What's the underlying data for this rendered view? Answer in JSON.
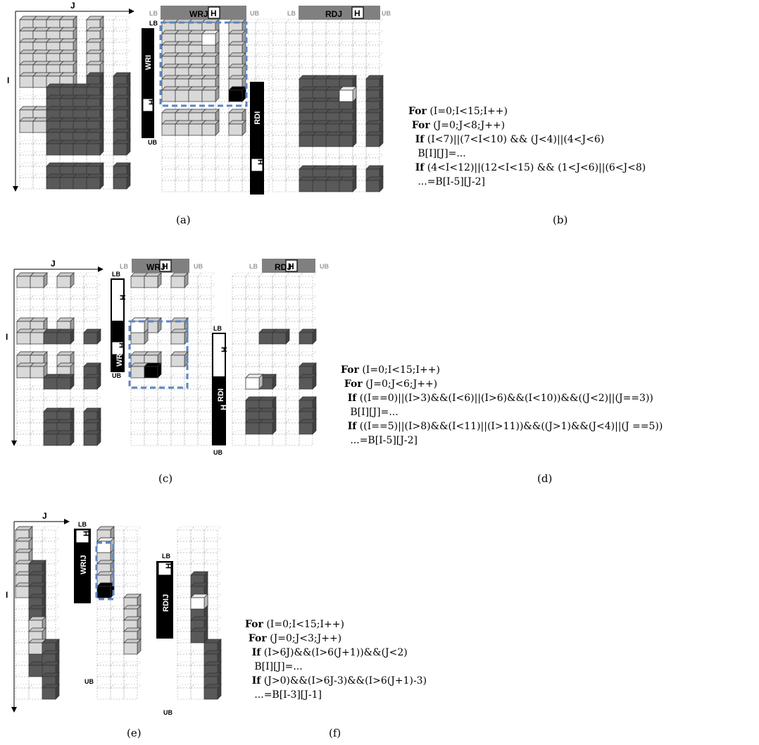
{
  "captions": [
    "(a)",
    "(b)",
    "(c)",
    "(d)",
    "(e)",
    "(f)"
  ],
  "axes": {
    "j": "J",
    "i": "I"
  },
  "bounds": {
    "lb": "LB",
    "ub": "UB",
    "h": "H"
  },
  "bars": {
    "wrj": "WRJ",
    "rdj": "RDJ",
    "wri": "WRI",
    "rdi": "RDI",
    "wrij": "WRIJ",
    "rdij": "RDIJ"
  },
  "code_b": [
    {
      "kw": "For",
      "text": " (I=0;I<15;I++)"
    },
    {
      "kw": " For",
      "text": " (J=0;J<8;J++)"
    },
    {
      "kw": "  If",
      "text": " (I<7)||(7<I<10) && (J<4)||(4<J<6)"
    },
    {
      "kw": "",
      "text": "   B[I][J]=..."
    },
    {
      "kw": "  If",
      "text": " (4<I<12)||(12<I<15) && (1<J<6)||(6<J<8)"
    },
    {
      "kw": "",
      "text": "   ...=B[I-5][J-2]"
    }
  ],
  "code_d": [
    {
      "kw": "For",
      "text": " (I=0;I<15;I++)"
    },
    {
      "kw": " For",
      "text": " (J=0;J<6;J++)"
    },
    {
      "kw": "  If",
      "text": " ((I==0)||(I>3)&&(I<6)||(I>6)&&(I<10))&&((J<2)||(J==3))"
    },
    {
      "kw": "",
      "text": "   B[I][J]=..."
    },
    {
      "kw": "  If",
      "text": " ((I==5)||(I>8)&&(I<11)||(I>11))&&((J>1)&&(J<4)||(J ==5))"
    },
    {
      "kw": "",
      "text": "   ...=B[I-5][J-2]"
    }
  ],
  "code_f": [
    {
      "kw": "For",
      "text": " (I=0;I<15;I++)"
    },
    {
      "kw": " For",
      "text": " (J=0;J<3;J++)"
    },
    {
      "kw": "  If",
      "text": " (I>6J)&&(I>6(J+1))&&(J<2)"
    },
    {
      "kw": "",
      "text": "   B[I][J]=..."
    },
    {
      "kw": "  If",
      "text": " (J>0)&&(I>6J-3)&&(I>6(J+1)-3)"
    },
    {
      "kw": "",
      "text": "   ...=B[I-3][J-1]"
    }
  ],
  "colors": {
    "light": "#d9d9d9",
    "dark": "#595959",
    "black": "#000000",
    "barGray": "#808080",
    "dash": "#5b86c2",
    "grid": "#bfbfbf"
  }
}
